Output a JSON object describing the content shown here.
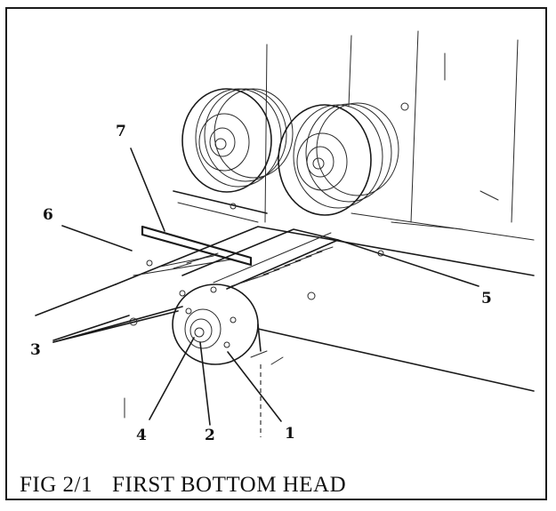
{
  "figure": {
    "caption_number": "FIG 2/1",
    "caption_title": "FIRST BOTTOM HEAD"
  },
  "callouts": [
    {
      "id": "1",
      "label": "1"
    },
    {
      "id": "2",
      "label": "2"
    },
    {
      "id": "3",
      "label": "3"
    },
    {
      "id": "4",
      "label": "4"
    },
    {
      "id": "5",
      "label": "5"
    },
    {
      "id": "6",
      "label": "6"
    },
    {
      "id": "7",
      "label": "7"
    }
  ],
  "colors": {
    "ink": "#1a1a1a",
    "paper": "#ffffff"
  }
}
